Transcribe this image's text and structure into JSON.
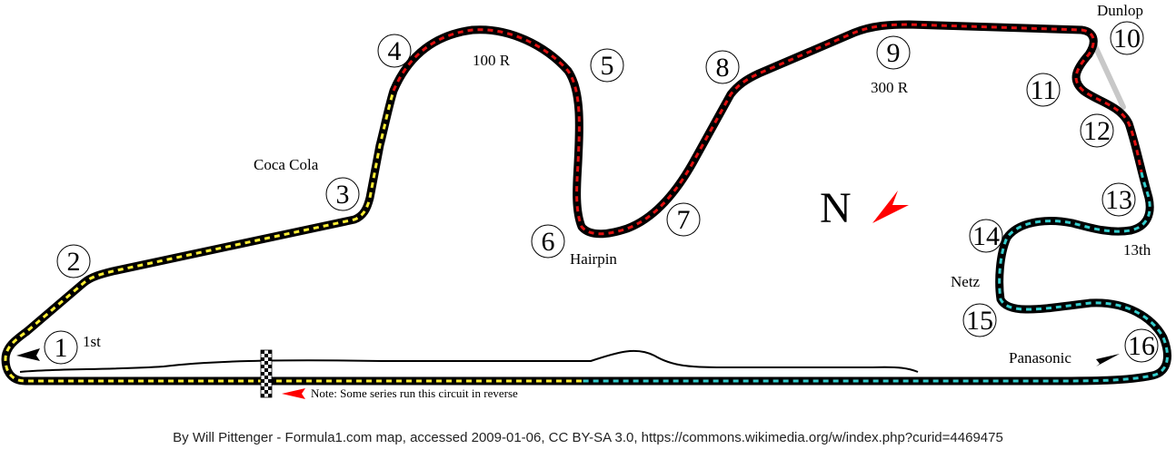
{
  "map": {
    "colors": {
      "track": "#000000",
      "sector1": "#ffee33",
      "sector2": "#e01010",
      "sector3": "#33cccc",
      "pit_lane": "#000000",
      "shortcut": "#c8c8c8",
      "north_arrow": "#ff0000",
      "start_flag_arrow": "#ff0000",
      "corner_arrow": "#000000"
    },
    "corners": [
      "1",
      "2",
      "3",
      "4",
      "5",
      "6",
      "7",
      "8",
      "9",
      "10",
      "11",
      "12",
      "13",
      "14",
      "15",
      "16"
    ],
    "labels": {
      "first": "1st",
      "coca_cola": "Coca Cola",
      "r100": "100 R",
      "hairpin": "Hairpin",
      "r300": "300 R",
      "dunlop": "Dunlop",
      "thirteenth": "13th",
      "netz": "Netz",
      "panasonic": "Panasonic"
    },
    "north_label": "N",
    "reverse_note": "Note: Some series run this circuit in reverse",
    "icons": [
      "north-arrow-icon",
      "checkered-flag-icon",
      "direction-arrow-icon"
    ]
  },
  "credit": "By Will Pittenger - Formula1.com map, accessed 2009-01-06, CC BY-SA 3.0, https://commons.wikimedia.org/w/index.php?curid=4469475"
}
